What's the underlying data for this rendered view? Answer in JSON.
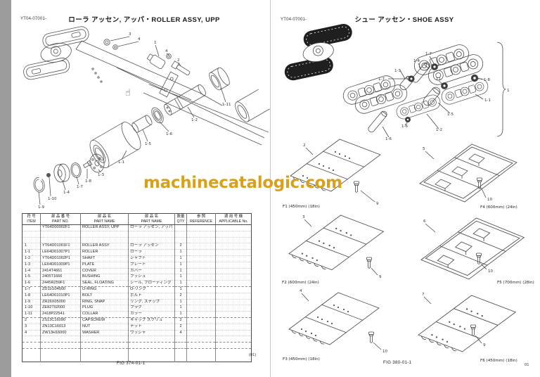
{
  "watermark": {
    "text": "machinecatalogic.com",
    "color": "#D9A11B"
  },
  "icons": {
    "hand_pointer": "☝"
  },
  "left_page": {
    "doc_code": "YT04-07001-",
    "title": "ローラ アッセン, アッパ・ROLLER ASSY, UPP",
    "fig_label": "FIG 374-01-1",
    "page_note": "(01)",
    "callouts": [
      "3",
      "4",
      "1",
      "4",
      "2",
      "1-11",
      "1-2",
      "1-6",
      "1-5",
      "1-1",
      "1-3",
      "1-8",
      "1-7",
      "1-4",
      "1-10",
      "1-9"
    ],
    "table": {
      "headers": [
        {
          "jp": "符 号",
          "en": "ITEM"
        },
        {
          "jp": "部 品 番 号",
          "en": "PART NO."
        },
        {
          "jp": "部 品 名",
          "en": "PART NAME"
        },
        {
          "jp": "部 品 名",
          "en": "PART NAME"
        },
        {
          "jp": "数量",
          "en": "QTY"
        },
        {
          "jp": "参 照",
          "en": "REFERENCE"
        },
        {
          "jp": "適 用 号 機",
          "en": "APPLICABLE No."
        }
      ],
      "rows": [
        [
          "",
          "YT64D00002F1",
          "ROLLER ASSY, UPP",
          "ローラ アッセン, アッパ",
          "",
          "",
          ""
        ],
        [
          "",
          "",
          "",
          "",
          "",
          "",
          ""
        ],
        [
          "",
          "",
          "",
          "",
          "",
          "",
          ""
        ],
        [
          "1",
          "YT64D01001F1",
          "ROLLER ASSY",
          "ローラ アッセン",
          "2",
          "",
          ""
        ],
        [
          "1-1",
          "LE64D01007P1",
          "ROLLER",
          "ローラ",
          "1",
          "",
          ""
        ],
        [
          "1-2",
          "YT64D01002P1",
          "SHAFT",
          "シャフト",
          "1",
          "",
          ""
        ],
        [
          "1-3",
          "LE64D01009P1",
          "PLATE",
          "プレート",
          "1",
          "",
          ""
        ],
        [
          "1-4",
          "2414T4661",
          "COVER",
          "カバー",
          "1",
          "",
          ""
        ],
        [
          "1-5",
          "2405T1666",
          "BUSHING",
          "ブッシュ",
          "1",
          "",
          ""
        ],
        [
          "1-6",
          "2445R259F1",
          "SEAL, FLOATING",
          "シール, フローティング",
          "1",
          "",
          ""
        ],
        [
          "1-7",
          "ZD11G04500",
          "O-RING",
          "O-リング",
          "1",
          "",
          ""
        ],
        [
          "1-8",
          "LE64D01010P1",
          "BOLT",
          "ボルト",
          "2",
          "",
          ""
        ],
        [
          "1-9",
          "ZR26X05000",
          "RING, SNAP",
          "リング, スナップ",
          "1",
          "",
          ""
        ],
        [
          "1-10",
          "ZE82T02000",
          "PLUG",
          "プラグ",
          "1",
          "",
          ""
        ],
        [
          "1-11",
          "2418P22541",
          "COLLAR",
          "カラー",
          "1",
          "",
          ""
        ],
        [
          "2",
          "ZS13C16090",
          "CAPSCREW",
          "キャップ スクリュ",
          "2",
          "",
          ""
        ],
        [
          "3",
          "ZN13C16013",
          "NUT",
          "ナット",
          "2",
          "",
          ""
        ],
        [
          "4",
          "ZW13H16000",
          "WASHER",
          "ワッシャ",
          "4",
          "",
          ""
        ],
        [
          "",
          "",
          "",
          "",
          "",
          "",
          ""
        ],
        [
          "",
          "",
          "",
          "",
          "",
          "",
          ""
        ],
        [
          "",
          "",
          "",
          "",
          "",
          "",
          ""
        ]
      ]
    }
  },
  "right_page": {
    "doc_code": "YT04-07001-",
    "title": "シュー アッセン・SHOE ASSY",
    "fig_label": "FIG 380-01-1",
    "page_note": "01",
    "link_callouts": [
      "1-7",
      "1-3",
      "1-4",
      "1-7",
      "11",
      "1-8",
      "1-1",
      "1-5",
      "1-2",
      "1-6",
      "1-6",
      "1"
    ],
    "shoes": [
      {
        "label": "F1 (450mm) (18in)",
        "callout_shoe": "2",
        "callout_bolt": "9"
      },
      {
        "label": "F4 (600mm) (24in)",
        "callout_shoe": "5",
        "callout_bolt": "10"
      },
      {
        "label": "F2 (600mm) (24in)",
        "callout_shoe": "3",
        "callout_bolt": "9"
      },
      {
        "label": "F5 (700mm) (28in)",
        "callout_shoe": "6",
        "callout_bolt": "10"
      },
      {
        "label": "F3 (450mm) (18in)",
        "callout_shoe": "4",
        "callout_bolt": "10"
      },
      {
        "label": "F6 (450mm) (18in)",
        "callout_shoe": "7",
        "callout_bolt": "9"
      }
    ]
  }
}
